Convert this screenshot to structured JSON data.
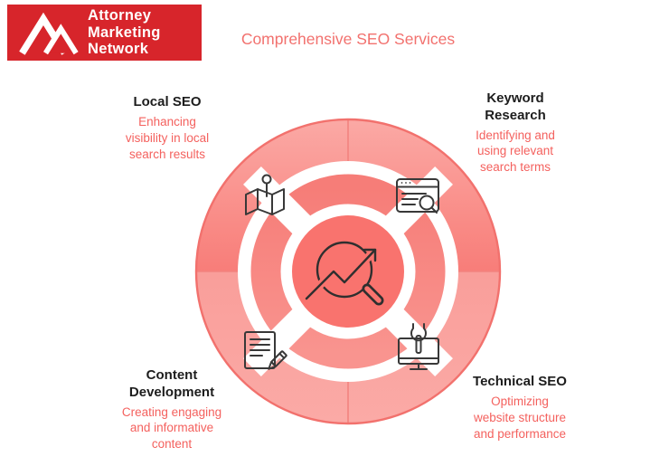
{
  "header": {
    "logo_lines": [
      "Attorney",
      "Marketing",
      "Network"
    ],
    "logo_mark": "mountain-m-monogram",
    "background": "#d7252b"
  },
  "title": "Comprehensive SEO Services",
  "segments": [
    {
      "id": "local-seo",
      "title": "Local SEO",
      "description": "Enhancing\nvisibility in local\nsearch results",
      "icon": "map-pin-icon",
      "position": "top-left"
    },
    {
      "id": "keyword-research",
      "title": "Keyword\nResearch",
      "description": "Identifying and\nusing relevant\nsearch terms",
      "icon": "browser-search-icon",
      "position": "top-right"
    },
    {
      "id": "content-development",
      "title": "Content\nDevelopment",
      "description": "Creating engaging\nand informative\ncontent",
      "icon": "document-pencil-icon",
      "position": "bottom-left"
    },
    {
      "id": "technical-seo",
      "title": "Technical SEO",
      "description": "Optimizing\nwebsite structure\nand performance",
      "icon": "monitor-wrench-icon",
      "position": "bottom-right"
    }
  ],
  "center": {
    "icon": "seo-growth-magnifier-icon"
  },
  "colors": {
    "brand_red": "#d7252b",
    "title_coral": "#f2716e",
    "label_text_coral": "#f4615e",
    "label_text_dark": "#1d1d1d",
    "ring_top_dark": "#f87f7b",
    "ring_top_light": "#fba9a5",
    "ring_bottom": "#f9a5a1",
    "inner_ring": "#f8837e",
    "center_circle": "#f9736e",
    "ring_outline": "#f2716d",
    "icon_stroke": "#383838"
  }
}
